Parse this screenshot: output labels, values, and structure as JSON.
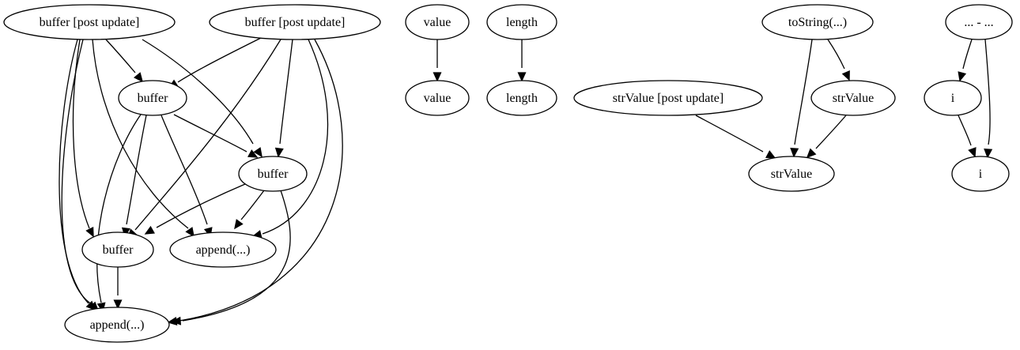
{
  "nodes": [
    {
      "id": "b1",
      "label": "buffer [post update]"
    },
    {
      "id": "b2",
      "label": "buffer [post update]"
    },
    {
      "id": "bA",
      "label": "buffer"
    },
    {
      "id": "bB",
      "label": "buffer"
    },
    {
      "id": "bC",
      "label": "buffer"
    },
    {
      "id": "ap1",
      "label": "append(...)"
    },
    {
      "id": "ap2",
      "label": "append(...)"
    },
    {
      "id": "v1",
      "label": "value"
    },
    {
      "id": "v2",
      "label": "value"
    },
    {
      "id": "l1",
      "label": "length"
    },
    {
      "id": "l2",
      "label": "length"
    },
    {
      "id": "ts",
      "label": "toString(...)"
    },
    {
      "id": "svp",
      "label": "strValue [post update]"
    },
    {
      "id": "sv1",
      "label": "strValue"
    },
    {
      "id": "sv2",
      "label": "strValue"
    },
    {
      "id": "dots",
      "label": "... - ..."
    },
    {
      "id": "i1",
      "label": "i"
    },
    {
      "id": "i2",
      "label": "i"
    }
  ],
  "edges": [
    {
      "from": "b1",
      "to": "bA"
    },
    {
      "from": "b1",
      "to": "bB"
    },
    {
      "from": "b1",
      "to": "bC"
    },
    {
      "from": "b1",
      "to": "ap1"
    },
    {
      "from": "b1",
      "to": "ap2"
    },
    {
      "from": "b1",
      "to": "ap2"
    },
    {
      "from": "b2",
      "to": "bA"
    },
    {
      "from": "b2",
      "to": "bB"
    },
    {
      "from": "b2",
      "to": "bC"
    },
    {
      "from": "b2",
      "to": "ap1"
    },
    {
      "from": "b2",
      "to": "ap2"
    },
    {
      "from": "bA",
      "to": "bB"
    },
    {
      "from": "bA",
      "to": "bC"
    },
    {
      "from": "bA",
      "to": "ap1"
    },
    {
      "from": "bA",
      "to": "ap2"
    },
    {
      "from": "bB",
      "to": "bC"
    },
    {
      "from": "bB",
      "to": "ap1"
    },
    {
      "from": "bB",
      "to": "ap2"
    },
    {
      "from": "bC",
      "to": "ap2"
    },
    {
      "from": "v1",
      "to": "v2"
    },
    {
      "from": "l1",
      "to": "l2"
    },
    {
      "from": "ts",
      "to": "sv1"
    },
    {
      "from": "ts",
      "to": "sv2"
    },
    {
      "from": "sv1",
      "to": "sv2"
    },
    {
      "from": "svp",
      "to": "sv2"
    },
    {
      "from": "dots",
      "to": "i1"
    },
    {
      "from": "dots",
      "to": "i2"
    },
    {
      "from": "i1",
      "to": "i2"
    }
  ]
}
